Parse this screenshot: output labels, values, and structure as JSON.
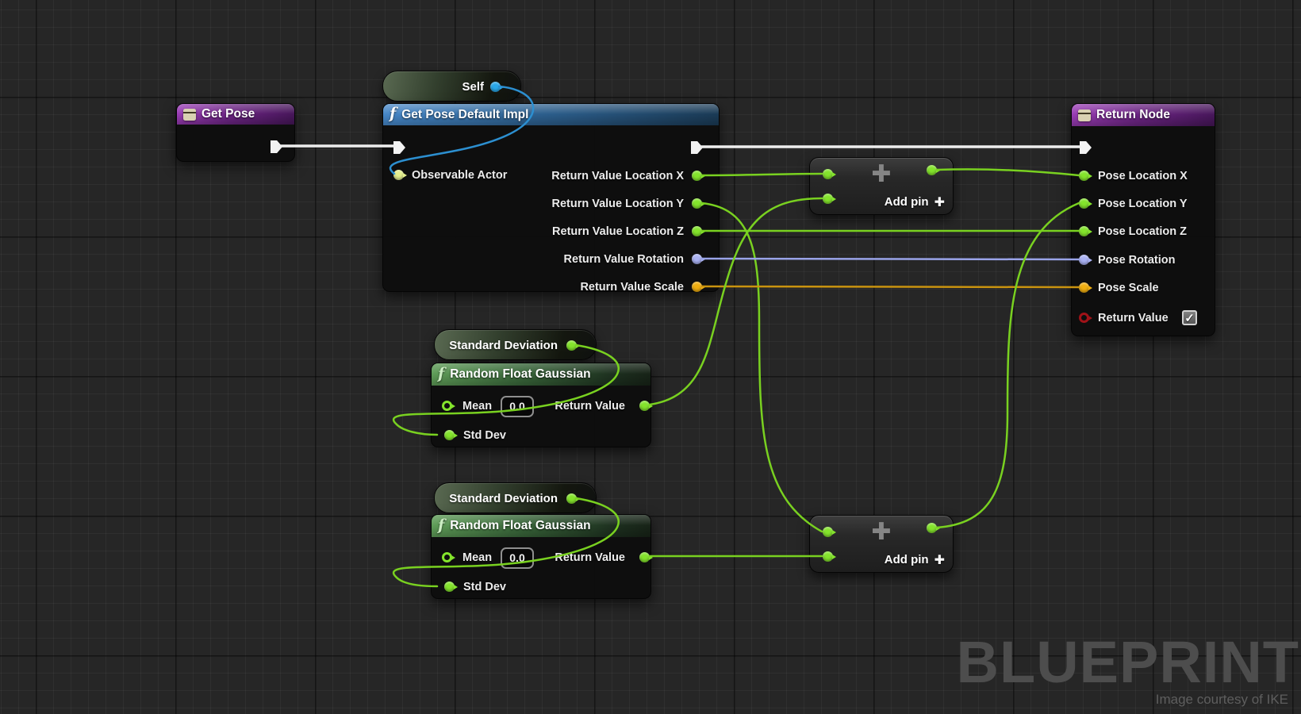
{
  "graph": {
    "get_pose": {
      "title": "Get Pose"
    },
    "self_node": {
      "label": "Self"
    },
    "get_pose_default_impl": {
      "title": "Get Pose Default Impl",
      "input": "Observable Actor",
      "outputs": [
        "Return Value Location X",
        "Return Value Location Y",
        "Return Value Location Z",
        "Return Value Rotation",
        "Return Value Scale"
      ]
    },
    "standard_deviation": {
      "label": "Standard Deviation"
    },
    "random_float_gaussian": {
      "title": "Random Float Gaussian",
      "mean_label": "Mean",
      "mean_value": "0.0",
      "std_dev_label": "Std Dev",
      "return_label": "Return Value"
    },
    "add_node": {
      "plus": "✚",
      "add_pin_label": "Add pin",
      "add_pin_plus": "✚"
    },
    "return_node": {
      "title": "Return Node",
      "pins": [
        "Pose Location X",
        "Pose Location Y",
        "Pose Location Z",
        "Pose Rotation",
        "Pose Scale",
        "Return Value"
      ],
      "return_value_checked": true,
      "check_glyph": "✓"
    },
    "fn_icon": "f"
  },
  "watermark": {
    "title": "BLUEPRINT",
    "credit": "Image courtesy of IKE"
  },
  "colors": {
    "background": "#262626",
    "wires": {
      "exec": "#eeeeee",
      "green": "#79d120",
      "lavender": "#99a3e8",
      "orange": "#c9930f",
      "cyan": "#2c8fd0"
    },
    "pins": {
      "green": "#84e42c",
      "lavender": "#a9b1f2",
      "orange": "#f0ae10",
      "interface": "#e4ef8e",
      "object_blue": "#29a8e9",
      "red": "#a01218"
    }
  }
}
